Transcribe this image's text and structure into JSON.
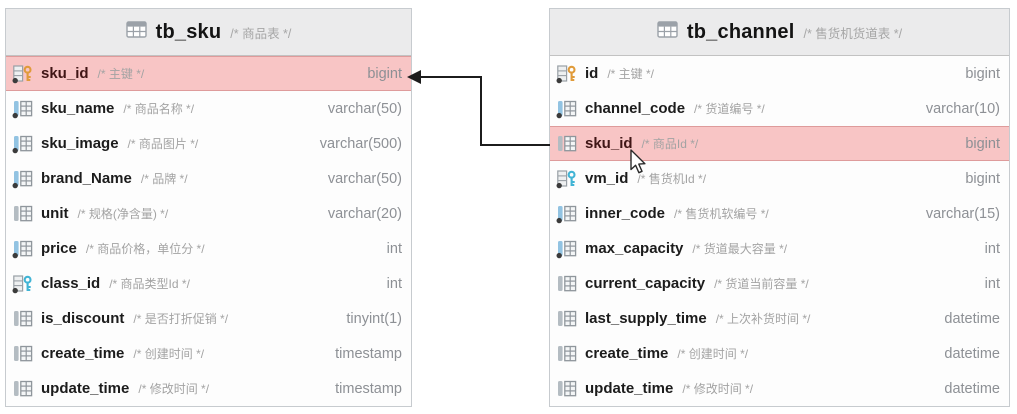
{
  "diagram": {
    "tables": [
      {
        "name": "tb_sku",
        "comment": "/* 商品表 */",
        "columns": [
          {
            "name": "sku_id",
            "comment": "/* 主键 */",
            "type": "bigint",
            "icon": "primary-key",
            "notnull": true,
            "highlight": true
          },
          {
            "name": "sku_name",
            "comment": "/* 商品名称 */",
            "type": "varchar(50)",
            "icon": "column",
            "notnull": true,
            "highlight": false
          },
          {
            "name": "sku_image",
            "comment": "/* 商品图片 */",
            "type": "varchar(500)",
            "icon": "column",
            "notnull": true,
            "highlight": false
          },
          {
            "name": "brand_Name",
            "comment": "/* 品牌 */",
            "type": "varchar(50)",
            "icon": "column",
            "notnull": true,
            "highlight": false
          },
          {
            "name": "unit",
            "comment": "/* 规格(净含量) */",
            "type": "varchar(20)",
            "icon": "column",
            "notnull": false,
            "highlight": false
          },
          {
            "name": "price",
            "comment": "/* 商品价格，单位分 */",
            "type": "int",
            "icon": "column",
            "notnull": true,
            "highlight": false
          },
          {
            "name": "class_id",
            "comment": "/* 商品类型Id */",
            "type": "int",
            "icon": "foreign-key",
            "notnull": true,
            "highlight": false
          },
          {
            "name": "is_discount",
            "comment": "/* 是否打折促销 */",
            "type": "tinyint(1)",
            "icon": "column",
            "notnull": false,
            "highlight": false
          },
          {
            "name": "create_time",
            "comment": "/* 创建时间 */",
            "type": "timestamp",
            "icon": "column",
            "notnull": false,
            "highlight": false
          },
          {
            "name": "update_time",
            "comment": "/* 修改时间 */",
            "type": "timestamp",
            "icon": "column",
            "notnull": false,
            "highlight": false
          }
        ]
      },
      {
        "name": "tb_channel",
        "comment": "/* 售货机货道表 */",
        "columns": [
          {
            "name": "id",
            "comment": "/* 主键 */",
            "type": "bigint",
            "icon": "primary-key",
            "notnull": true,
            "highlight": false
          },
          {
            "name": "channel_code",
            "comment": "/* 货道编号 */",
            "type": "varchar(10)",
            "icon": "column",
            "notnull": true,
            "highlight": false
          },
          {
            "name": "sku_id",
            "comment": "/* 商品Id */",
            "type": "bigint",
            "icon": "column",
            "notnull": false,
            "highlight": true
          },
          {
            "name": "vm_id",
            "comment": "/* 售货机Id */",
            "type": "bigint",
            "icon": "foreign-key",
            "notnull": true,
            "highlight": false
          },
          {
            "name": "inner_code",
            "comment": "/* 售货机软编号 */",
            "type": "varchar(15)",
            "icon": "column",
            "notnull": true,
            "highlight": false
          },
          {
            "name": "max_capacity",
            "comment": "/* 货道最大容量 */",
            "type": "int",
            "icon": "column",
            "notnull": true,
            "highlight": false
          },
          {
            "name": "current_capacity",
            "comment": "/* 货道当前容量 */",
            "type": "int",
            "icon": "column",
            "notnull": false,
            "highlight": false
          },
          {
            "name": "last_supply_time",
            "comment": "/* 上次补货时间 */",
            "type": "datetime",
            "icon": "column",
            "notnull": false,
            "highlight": false
          },
          {
            "name": "create_time",
            "comment": "/* 创建时间 */",
            "type": "datetime",
            "icon": "column",
            "notnull": false,
            "highlight": false
          },
          {
            "name": "update_time",
            "comment": "/* 修改时间 */",
            "type": "datetime",
            "icon": "column",
            "notnull": false,
            "highlight": false
          }
        ]
      }
    ],
    "relationship": {
      "from": "tb_channel.sku_id",
      "to": "tb_sku.sku_id"
    },
    "colors": {
      "highlight": "#f8c5c5",
      "header_bg": "#ebebec",
      "pk_key": "#e09b3a",
      "fk_key": "#41b4d5",
      "notnull_dot": "#3b3b3b",
      "arrow": "#1c1c1c",
      "comment_text": "#a3a3a3",
      "type_text": "#8d9095"
    }
  }
}
